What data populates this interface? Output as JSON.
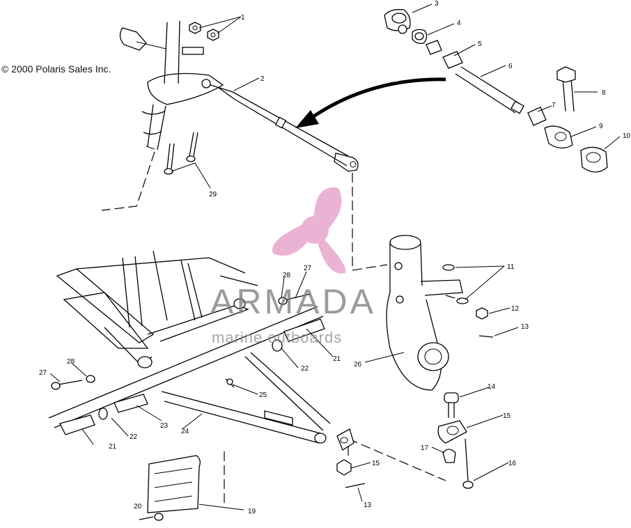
{
  "copyright": "© 2000 Polaris Sales Inc.",
  "watermark": {
    "name": "ARMADA",
    "tagline": "marine outboards",
    "logo_icon": "propeller-icon",
    "logo_color": "#e8a6cc"
  },
  "callouts": [
    {
      "label": "1"
    },
    {
      "label": "2"
    },
    {
      "label": "3"
    },
    {
      "label": "4"
    },
    {
      "label": "5"
    },
    {
      "label": "6"
    },
    {
      "label": "7"
    },
    {
      "label": "8"
    },
    {
      "label": "9"
    },
    {
      "label": "10"
    },
    {
      "label": "11"
    },
    {
      "label": "12"
    },
    {
      "label": "13"
    },
    {
      "label": "14"
    },
    {
      "label": "15"
    },
    {
      "label": "16"
    },
    {
      "label": "17"
    },
    {
      "label": "15"
    },
    {
      "label": "13"
    },
    {
      "label": "19"
    },
    {
      "label": "20"
    },
    {
      "label": "21"
    },
    {
      "label": "22"
    },
    {
      "label": "23"
    },
    {
      "label": "24"
    },
    {
      "label": "25"
    },
    {
      "label": "22"
    },
    {
      "label": "21"
    },
    {
      "label": "26"
    },
    {
      "label": "27"
    },
    {
      "label": "28"
    },
    {
      "label": "27"
    },
    {
      "label": "28"
    },
    {
      "label": "29"
    },
    {
      "label": "2"
    }
  ]
}
